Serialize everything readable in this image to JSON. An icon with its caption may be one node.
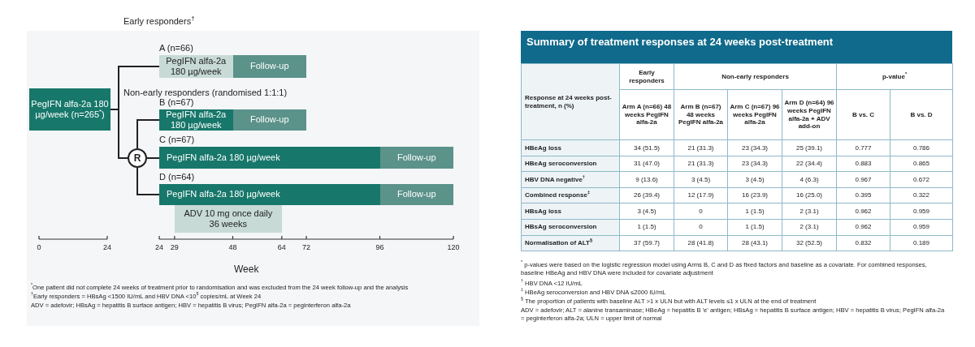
{
  "diagram": {
    "nodes": [
      {
        "text": [
          "PegIFN alfa-2a 180 µg/week (n=265$^{*}$)"
        ]
      },
      {
        "text": [
          "PegIFN alfa-2a 180 µg/week"
        ],
        "beside": [
          "A (n=66)"
        ]
      },
      {
        "text": [
          "Follow-up"
        ]
      },
      {
        "text": [
          "PegIFN alfa-2a 180 µg/week"
        ],
        "beside": [
          "B (n=67)"
        ]
      },
      {
        "text": [
          "Follow-up"
        ]
      },
      {
        "text": [
          "R"
        ]
      },
      {
        "text": [
          "PegIFN alfa-2a 180 µg/week"
        ],
        "beside": [
          "C (n=67)"
        ]
      },
      {
        "text": [
          "Follow-up"
        ]
      },
      {
        "text": [
          "PegIFN alfa-2a 180 µg/week"
        ],
        "beside": [
          "D (n=64)"
        ]
      },
      {
        "text": [
          "Follow-up"
        ]
      },
      {
        "text": [
          "ADV 10 mg once daily 36 weeks"
        ]
      }
    ],
    "edges": [
      {
        "from": 0,
        "to": 1,
        "arrow": "none"
      },
      {
        "from": 0,
        "to": 5,
        "arrow": "none"
      },
      {
        "from": 5,
        "to": 3,
        "arrow": "none"
      },
      {
        "from": 5,
        "to": 6,
        "arrow": "none"
      },
      {
        "from": 5,
        "to": 8,
        "arrow": "none"
      }
    ],
    "labels": [
      "Early responders$^{†}$",
      "Non-early responders (randomised 1:1:1)",
      "0",
      "24",
      "24",
      "29",
      "48",
      "64",
      "72",
      "96",
      "120",
      "Week",
      "$^{*}$One patient did not complete 24 weeks of treatment prior to randomisation and was excluded from the 24 week follow-up and the analysis",
      "$^{†}$Early responders = HBsAg <1500 IU/mL and HBV DNA <10$^{5}$ copies/mL at Week 24",
      "ADV = adefovir; HBsAg = hepatitis B surface antigen; HBV = hepatitis B virus; PegIFN alfa-2a = peginterferon alfa-2a",
      "Summary of treatment responses at 24 weeks post-treatment",
      "Response at 24 weeks post-treatment, n (%)",
      "Early responders",
      "Non-early responders",
      "p-value$^{*}$",
      "Arm A (n=66) 48 weeks PegIFN alfa-2a",
      "Arm B (n=67) 48 weeks PegIFN alfa-2a",
      "Arm C (n=67) 96 weeks PegIFN alfa-2a",
      "Arm D (n=64) 96 weeks PegIFN alfa-2a + ADV add-on",
      "B vs. C",
      "B vs. D",
      "HBeAg loss",
      "34 (51.5)",
      "21 (31.3)",
      "23 (34.3)",
      "25 (39.1)",
      "0.777",
      "0.786",
      "HBeAg seroconversion",
      "31 (47.0)",
      "21 (31.3)",
      "23 (34.3)",
      "22 (34.4)",
      "0.883",
      "0.865",
      "HBV DNA negative$^{†}$",
      "9 (13.6)",
      "3 (4.5)",
      "3 (4.5)",
      "4 (6.3)",
      "0.967",
      "0.672",
      "Combined response$^{‡}$",
      "26 (39.4)",
      "12 (17.9)",
      "16 (23.9)",
      "16 (25.0)",
      "0.395",
      "0.322",
      "HBsAg loss",
      "3 (4.5)",
      "0",
      "1 (1.5)",
      "2 (3.1)",
      "0.962",
      "0.959",
      "HBsAg seroconversion",
      "1 (1.5)",
      "0",
      "1 (1.5)",
      "2 (3.1)",
      "0.962",
      "0.959",
      "Normalisation of ALT$^{§}$",
      "37 (59.7)",
      "28 (41.8)",
      "28 (43.1)",
      "32 (52.5)",
      "0.832",
      "0.189",
      "$^{*}$ p-values were based on the logistic regression model using Arms B, C and D as fixed factors and baseline as a covariate. For combined responses, baseline HBeAg and HBV DNA were included for covariate adjustment",
      "$^{†}$ HBV DNA <12 IU/mL",
      "$^{‡}$ HBeAg seroconversion and HBV DNA ≤2000 IU/mL",
      "$^{§}$ The proportion of patients with baseline ALT >1 x ULN but with ALT levels ≤1 x ULN at the end of treatment",
      "ADV = adefovir; ALT = alanine transaminase; HBeAg = hepatitis B 'e' antigen; HBsAg = hepatitis B surface antigen; HBV = hepatitis B virus; PegIFN alfa-2a = peginterferon alfa-2a; ULN = upper limit of normal"
    ]
  }
}
